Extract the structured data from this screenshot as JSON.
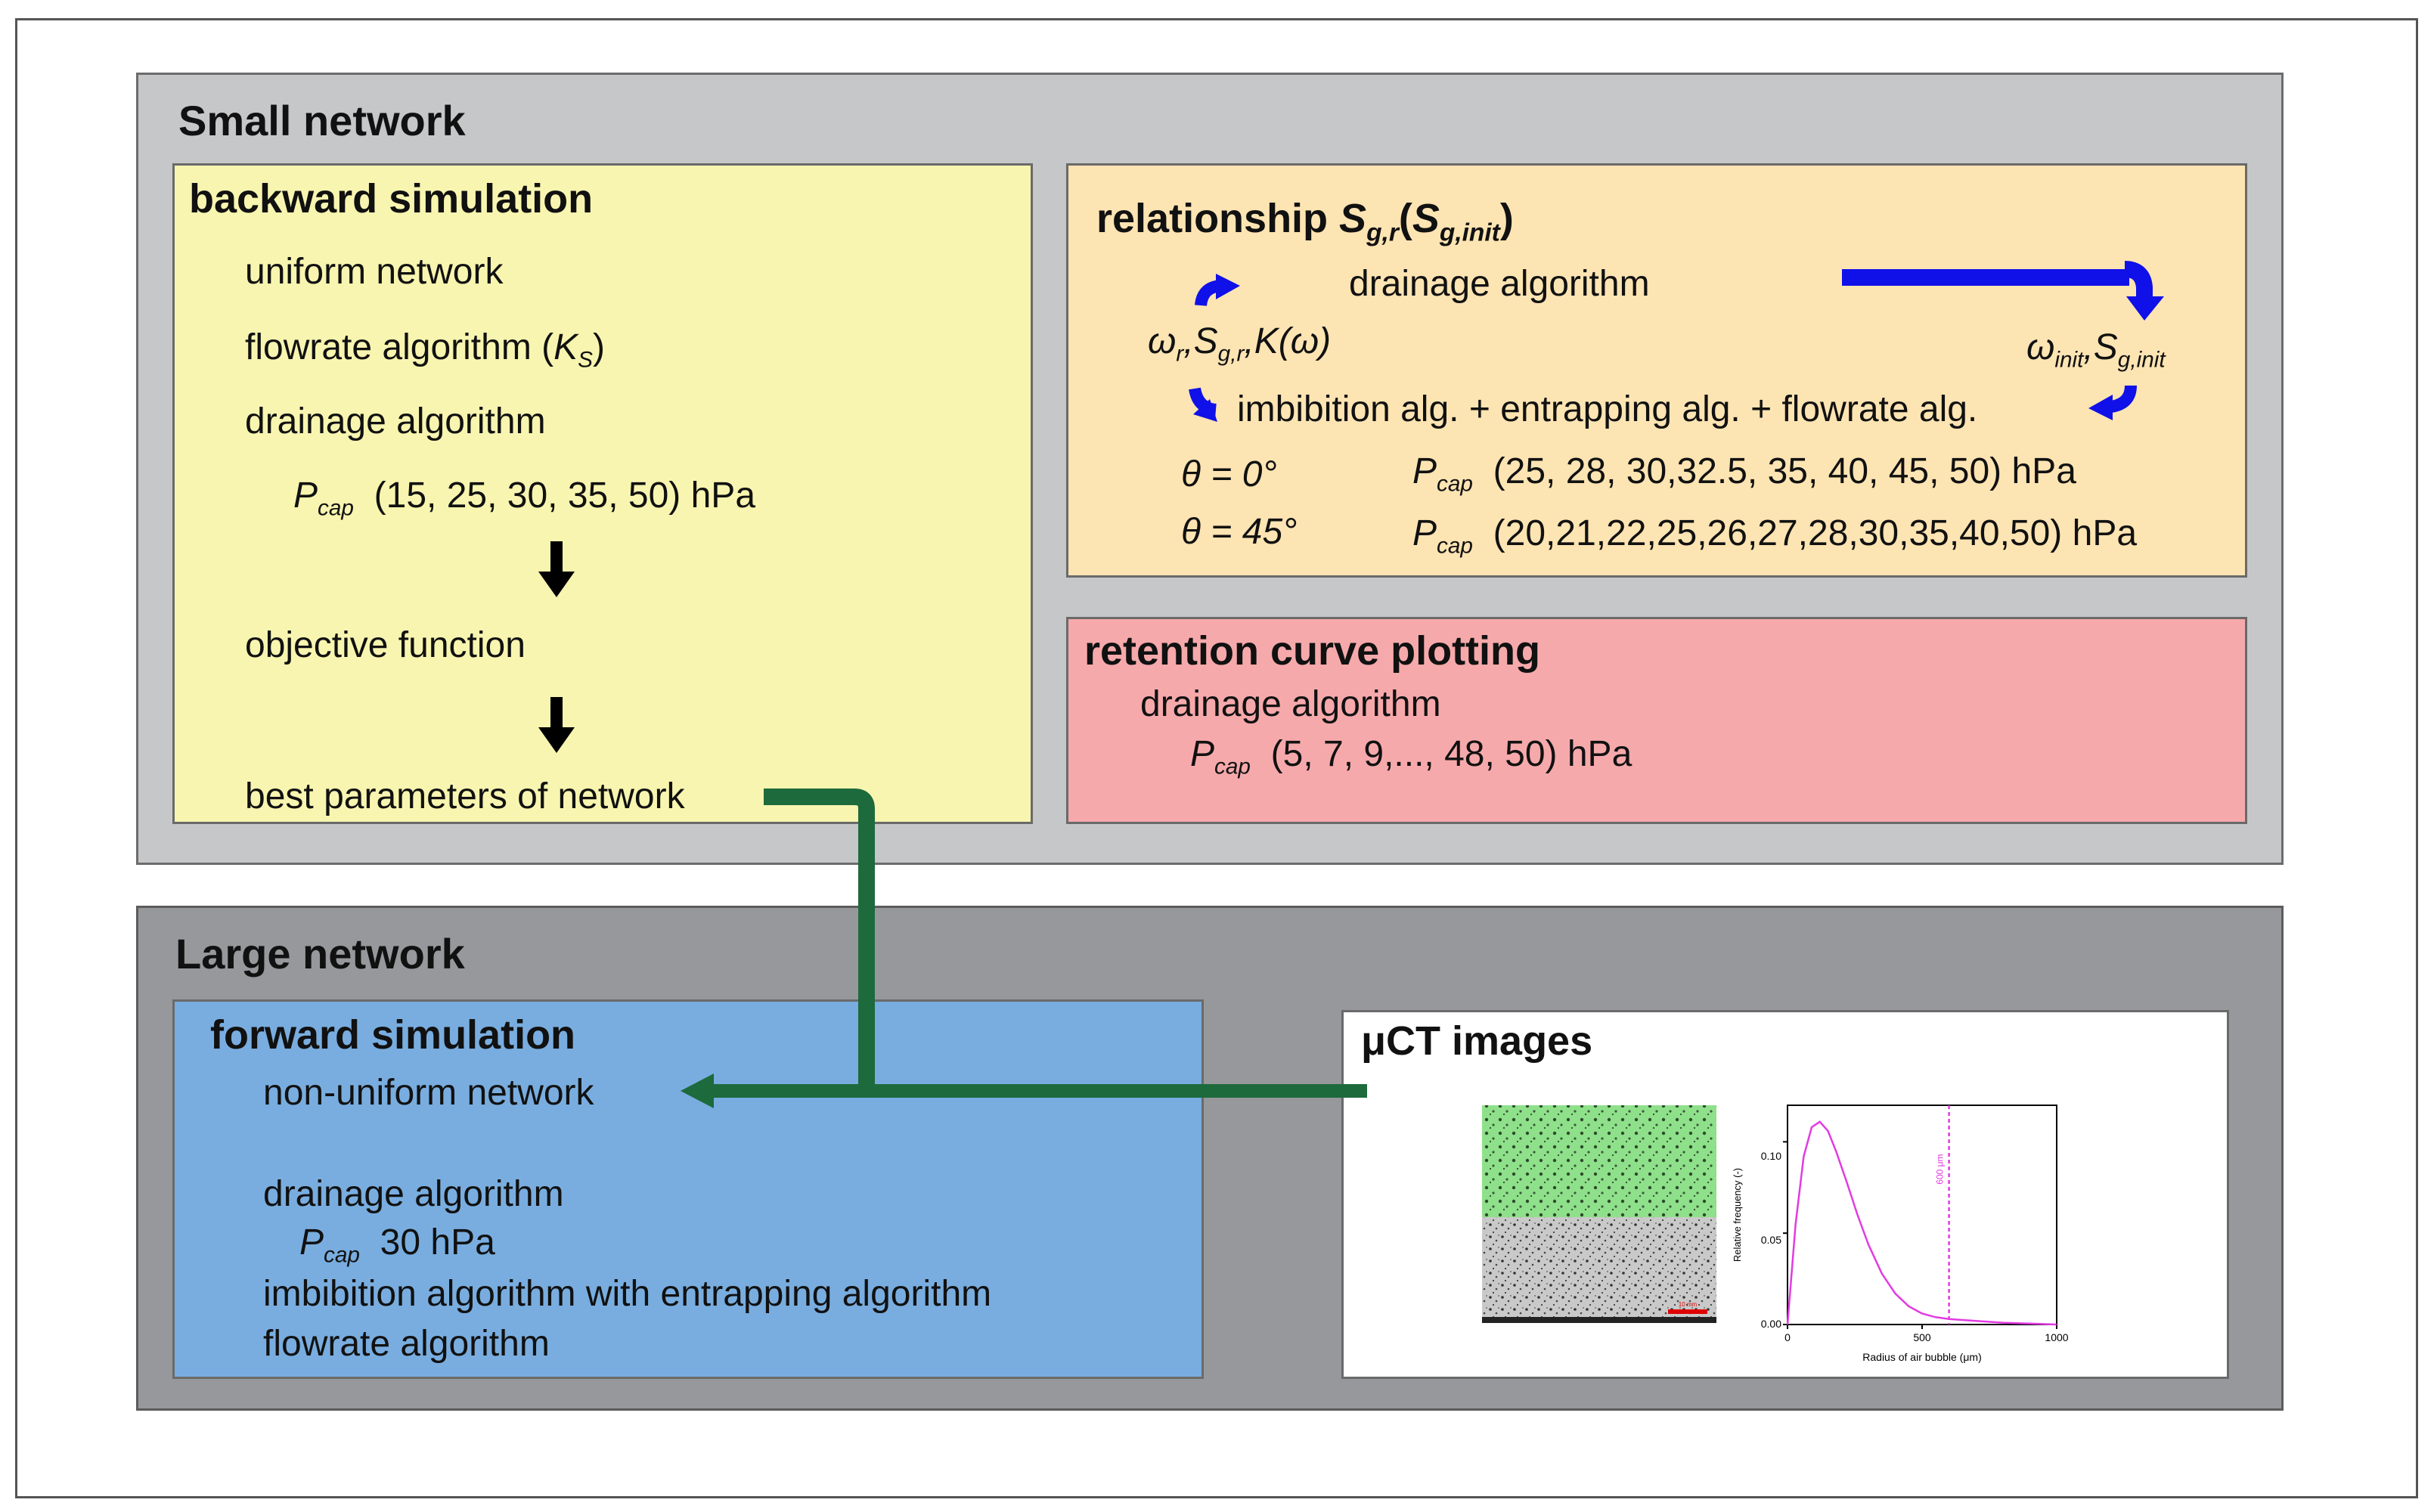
{
  "small_network": {
    "title": "Small network",
    "backward": {
      "title": "backward simulation",
      "steps": [
        "uniform network",
        "flowrate algorithm (",
        "drainage algorithm"
      ],
      "ks_var": "K",
      "ks_sub": "S",
      "ks_close": ")",
      "pcap_var": "P",
      "pcap_sub": "cap",
      "pcap_values": "(15, 25, 30, 35, 50) hPa",
      "objective": "objective function",
      "best": "best parameters of network"
    },
    "relationship": {
      "title_prefix": "relationship ",
      "sg_var": "S",
      "sg_sub": "g,r",
      "paren_open": "(",
      "sg_init_var": "S",
      "sg_init_sub": "g,init",
      "paren_close": ")",
      "drainage": "drainage algorithm",
      "imbibition": "imbibition alg. + entrapping alg. + flowrate alg.",
      "left_state": {
        "omega": "ω",
        "omega_sub": "r",
        "sep1": ",",
        "s": "S",
        "s_sub": "g,r",
        "sep2": ",",
        "k": "K(ω)"
      },
      "right_state": {
        "omega": "ω",
        "omega_sub": "init",
        "sep": ",",
        "s": "S",
        "s_sub": "g,init"
      },
      "theta_rows": [
        {
          "theta": "θ = 0°",
          "values": "(25, 28, 30,32.5, 35, 40, 45, 50) hPa"
        },
        {
          "theta": "θ = 45°",
          "values": "(20,21,22,25,26,27,28,30,35,40,50) hPa"
        }
      ],
      "pcap_var": "P",
      "pcap_sub": "cap"
    },
    "retention": {
      "title": "retention curve plotting",
      "drainage": "drainage algorithm",
      "pcap_var": "P",
      "pcap_sub": "cap",
      "values": "(5, 7, 9,..., 48, 50) hPa"
    }
  },
  "large_network": {
    "title": "Large network",
    "forward": {
      "title": "forward simulation",
      "nonuniform": "non-uniform network",
      "drainage": "drainage algorithm",
      "pcap_var": "P",
      "pcap_sub": "cap",
      "pcap_value": "30 hPa",
      "imbibition": "imbibition algorithm with entrapping algorithm",
      "flowrate": "flowrate algorithm"
    },
    "uct": {
      "title": "μCT images",
      "scalebar": "10 mm",
      "histogram": {
        "ylabel": "Relative frequency (-)",
        "xlabel": "Radius of air bubble (μm)",
        "yticks": [
          "0.00",
          "0.05",
          "0.10"
        ],
        "xticks": [
          "0",
          "500",
          "1000"
        ],
        "marker_label": "600 μm"
      }
    }
  },
  "colors": {
    "flow_arrow": "#1d6a3c",
    "cycle_arrow": "#1010e8",
    "curve": "#e23be2",
    "green_region": "#8fe08a"
  },
  "chart_data": {
    "type": "line",
    "xlabel": "Radius of air bubble (μm)",
    "ylabel": "Relative frequency (-)",
    "xlim": [
      0,
      1000
    ],
    "ylim": [
      0,
      0.12
    ],
    "series": [
      {
        "x": [
          0,
          30,
          60,
          90,
          120,
          150,
          180,
          220,
          260,
          300,
          350,
          400,
          450,
          500,
          550,
          600,
          700,
          800,
          900,
          1000
        ],
        "values": [
          0.0,
          0.055,
          0.092,
          0.108,
          0.111,
          0.106,
          0.095,
          0.078,
          0.06,
          0.044,
          0.028,
          0.017,
          0.01,
          0.006,
          0.004,
          0.003,
          0.002,
          0.001,
          0.0005,
          0.0
        ]
      }
    ],
    "vline": 600,
    "grid": false
  }
}
